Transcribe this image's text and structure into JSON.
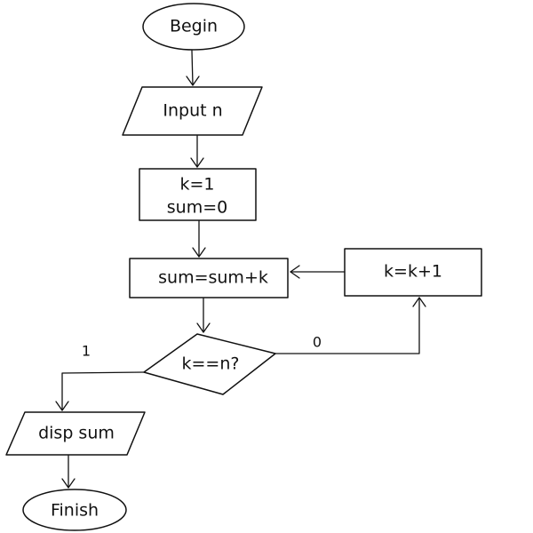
{
  "nodes": {
    "begin": {
      "text": "Begin"
    },
    "input": {
      "text": "Input n"
    },
    "init": {
      "line1": "k=1",
      "line2": "sum=0"
    },
    "accumulate": {
      "text": "sum=sum+k"
    },
    "decision": {
      "text": "k==n?"
    },
    "increment": {
      "text": "k=k+1"
    },
    "display": {
      "text": "disp sum"
    },
    "finish": {
      "text": "Finish"
    }
  },
  "edges": {
    "yes_label": "1",
    "no_label": "0"
  }
}
